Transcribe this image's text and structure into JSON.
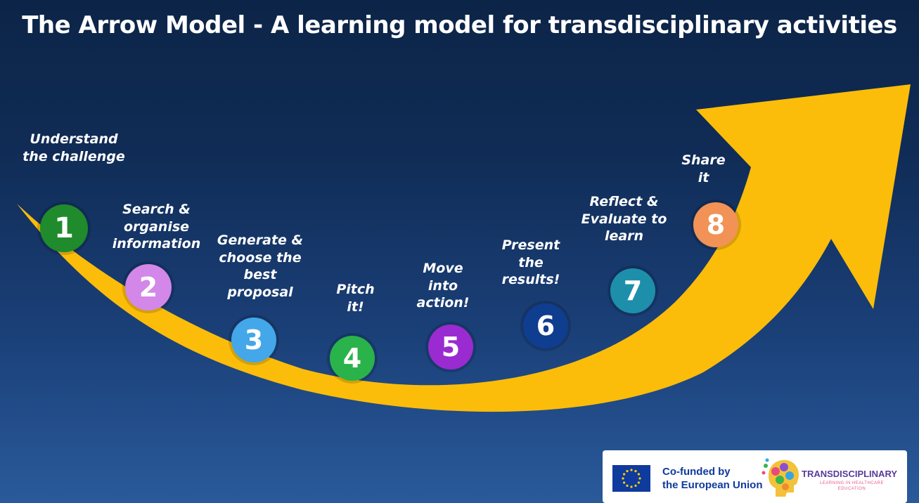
{
  "title": "The Arrow Model - A learning model for transdisciplinary activities",
  "arrow_color": "#fbbd0a",
  "steps": [
    {
      "number": "1",
      "label": "Understand the challenge",
      "color": "#1f8b2c",
      "icon": "circle-1"
    },
    {
      "number": "2",
      "label": "Search & organise information",
      "color": "#d387e8",
      "icon": "circle-2"
    },
    {
      "number": "3",
      "label": "Generate & choose the best proposal",
      "color": "#43a7e9",
      "icon": "circle-3"
    },
    {
      "number": "4",
      "label": "Pitch it!",
      "color": "#2ab34a",
      "icon": "circle-4"
    },
    {
      "number": "5",
      "label": "Move into action!",
      "color": "#9a2bd0",
      "icon": "circle-5"
    },
    {
      "number": "6",
      "label": "Present the results!",
      "color": "#0f3d8f",
      "icon": "circle-6"
    },
    {
      "number": "7",
      "label": "Reflect & Evaluate to learn",
      "color": "#1e8fab",
      "icon": "circle-7"
    },
    {
      "number": "8",
      "label": "Share it",
      "color": "#f29256",
      "icon": "circle-8"
    }
  ],
  "footer": {
    "eu_text_line1": "Co-funded by",
    "eu_text_line2": "the European Union",
    "logo_title": "TRANSDISCIPLINARY",
    "logo_subtitle": "LEARNING IN HEALTHCARE EDUCATION",
    "eu_flag_icon": "eu-flag-icon",
    "logo_icon": "head-mosaic-icon"
  }
}
